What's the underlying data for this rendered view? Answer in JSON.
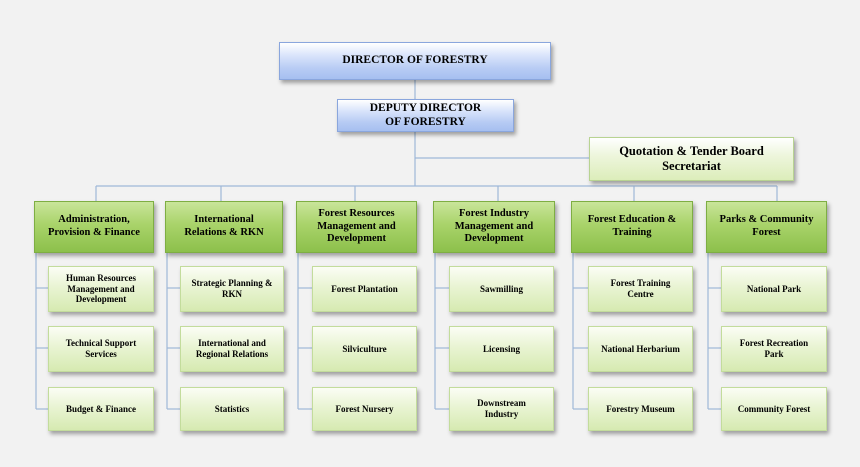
{
  "director": "DIRECTOR OF FORESTRY",
  "deputy_line1": "DEPUTY DIRECTOR",
  "deputy_line2": "OF FORESTRY",
  "quotation_line1": "Quotation & Tender Board",
  "quotation_line2": "Secretariat",
  "colors": {
    "blue_box": "#b8ccf4",
    "division_head": "#a9d36a",
    "sub_unit": "#e9f4d3",
    "connector": "#9fb8d8",
    "background": "#f2f2f2"
  },
  "divisions": [
    {
      "l1": "Administration,",
      "l2": "Provision & Finance",
      "subs": [
        {
          "l1": "Human Resources",
          "l2": "Management and",
          "l3": "Development"
        },
        {
          "l1": "Technical Support",
          "l2": "Services",
          "l3": ""
        },
        {
          "l1": "Budget & Finance",
          "l2": "",
          "l3": ""
        }
      ]
    },
    {
      "l1": "International",
      "l2": "Relations & RKN",
      "subs": [
        {
          "l1": "Strategic Planning &",
          "l2": "RKN",
          "l3": ""
        },
        {
          "l1": "International and",
          "l2": "Regional Relations",
          "l3": ""
        },
        {
          "l1": "Statistics",
          "l2": "",
          "l3": ""
        }
      ]
    },
    {
      "l1": "Forest Resources",
      "l2": "Management and",
      "l3": "Development",
      "subs": [
        {
          "l1": "Forest Plantation",
          "l2": "",
          "l3": ""
        },
        {
          "l1": "Silviculture",
          "l2": "",
          "l3": ""
        },
        {
          "l1": "Forest Nursery",
          "l2": "",
          "l3": ""
        }
      ]
    },
    {
      "l1": "Forest Industry",
      "l2": "Management and",
      "l3": "Development",
      "subs": [
        {
          "l1": "Sawmilling",
          "l2": "",
          "l3": ""
        },
        {
          "l1": "Licensing",
          "l2": "",
          "l3": ""
        },
        {
          "l1": "Downstream",
          "l2": "Industry",
          "l3": ""
        }
      ]
    },
    {
      "l1": "Forest Education &",
      "l2": "Training",
      "subs": [
        {
          "l1": "Forest Training",
          "l2": "Centre",
          "l3": ""
        },
        {
          "l1": "National Herbarium",
          "l2": "",
          "l3": ""
        },
        {
          "l1": "Forestry Museum",
          "l2": "",
          "l3": ""
        }
      ]
    },
    {
      "l1": "Parks & Community",
      "l2": "Forest",
      "subs": [
        {
          "l1": "National Park",
          "l2": "",
          "l3": ""
        },
        {
          "l1": "Forest Recreation",
          "l2": "Park",
          "l3": ""
        },
        {
          "l1": "Community Forest",
          "l2": "",
          "l3": ""
        }
      ]
    }
  ]
}
